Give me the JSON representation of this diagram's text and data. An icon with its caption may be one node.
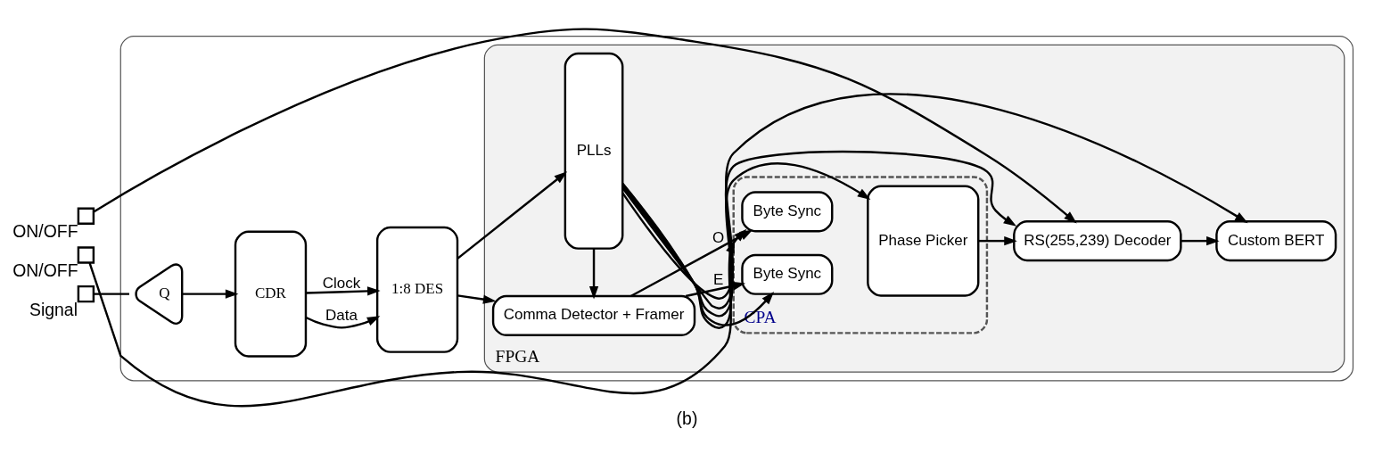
{
  "diagram": {
    "caption": "(b)",
    "nodes": [
      {
        "text": [],
        "shape": "box"
      },
      {
        "text": [],
        "shape": "box",
        "beside": [
          "Signal"
        ]
      },
      {
        "text": [
          "Q"
        ],
        "in": 0
      },
      {
        "text": [
          "CDR"
        ],
        "in": 0
      },
      {
        "text": [
          "1:8 DES"
        ],
        "in": 0
      },
      {
        "text": [
          "FPGA"
        ],
        "in": 0
      },
      {
        "text": [
          "Comma Detector + Framer"
        ],
        "in": 5
      },
      {
        "text": [
          "CPA"
        ],
        "in": 5
      },
      {
        "text": [
          "Byte Sync"
        ],
        "in": 7
      },
      {
        "text": [
          "Byte Sync"
        ],
        "in": 7
      },
      {
        "text": [
          "Phase Picker"
        ],
        "in": 7
      },
      {
        "text": [
          "RS(255,239) Decoder"
        ],
        "in": 5
      },
      {
        "text": [
          "Custom BERT"
        ],
        "in": 5
      },
      {
        "text": [
          "PLLs"
        ],
        "in": 5
      },
      {
        "text": [],
        "shape": "box",
        "beside": [
          "ON/OFF"
        ]
      },
      {
        "text": [],
        "shape": "box",
        "beside": [
          "ON/OFF"
        ]
      }
    ],
    "edges": [
      {
        "from": 1,
        "to": 2,
        "arrow": "none"
      },
      {
        "from": 2,
        "to": 3,
        "arrow": "to"
      },
      {
        "from": 3,
        "to": 4,
        "arrow": "to",
        "label": "Data"
      },
      {
        "from": 3,
        "to": 4,
        "arrow": "to",
        "label": "Clock"
      },
      {
        "from": 4,
        "to": 6,
        "arrow": "to"
      },
      {
        "from": 4,
        "to": 13,
        "arrow": "to"
      },
      {
        "from": 6,
        "to": 8,
        "arrow": "to",
        "label": "O"
      },
      {
        "from": 6,
        "to": 9,
        "arrow": "to",
        "label": "E"
      },
      {
        "from": 10,
        "to": 11,
        "arrow": "to"
      },
      {
        "from": 11,
        "to": 12,
        "arrow": "to"
      },
      {
        "from": 13,
        "to": 6,
        "arrow": "to"
      },
      {
        "from": 13,
        "to": 8,
        "arrow": "to"
      },
      {
        "from": 13,
        "to": 9,
        "arrow": "to"
      },
      {
        "from": 13,
        "to": 10,
        "arrow": "to"
      },
      {
        "from": 13,
        "to": 11,
        "arrow": "to"
      },
      {
        "from": 13,
        "to": 12,
        "arrow": "to"
      },
      {
        "from": 14,
        "to": 7,
        "arrow": "to"
      },
      {
        "from": 15,
        "to": 11,
        "arrow": "to"
      }
    ]
  }
}
